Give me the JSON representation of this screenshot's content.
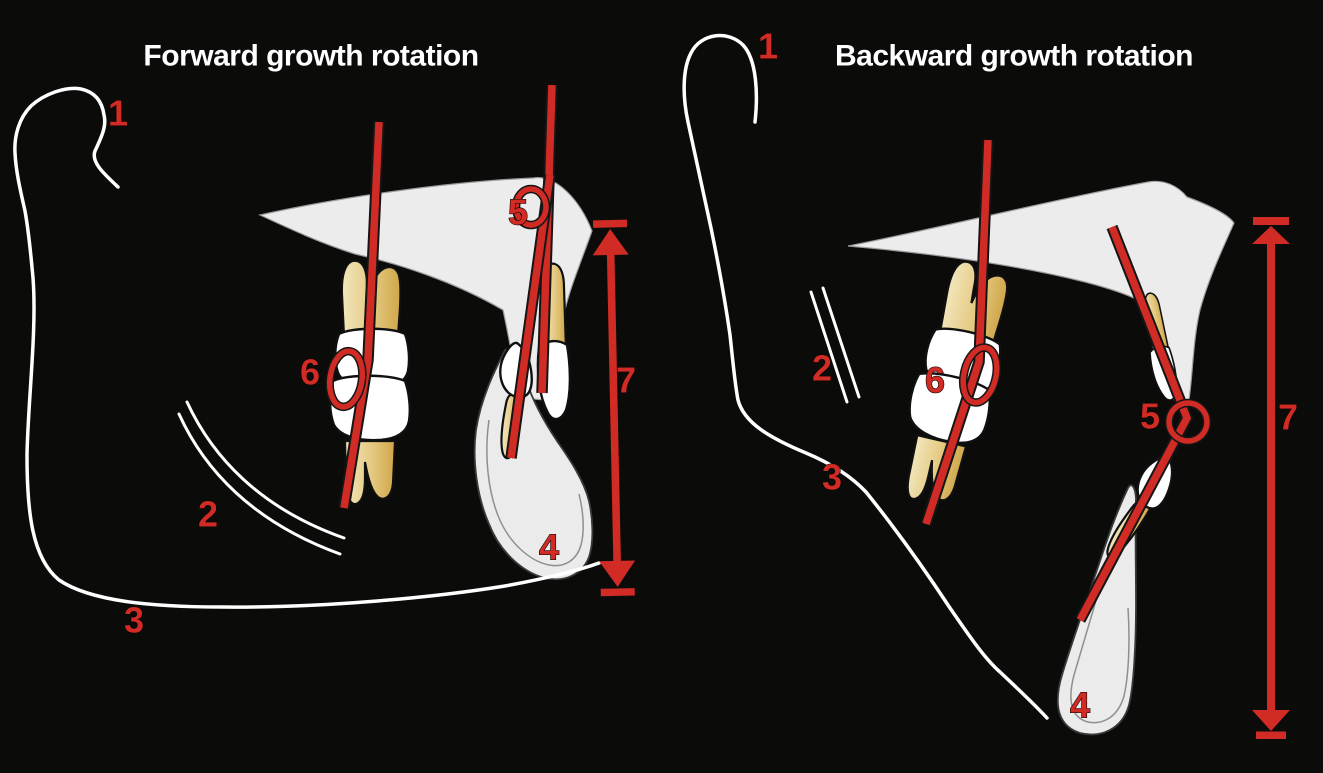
{
  "figure": {
    "background": "#0b0b0a",
    "colors": {
      "red": "#d02b24",
      "bone_outline": "#ffffff",
      "bone_fill": "#ececec",
      "crown": "#ffffff",
      "root_light": "#f2e6bc",
      "root_mid": "#e4c87f",
      "root_dark": "#cfa649"
    },
    "panels": [
      {
        "id": "forward",
        "title": "Forward growth rotation",
        "labels": {
          "1": "1",
          "2": "2",
          "3": "3",
          "4": "4",
          "5": "5",
          "6": "6",
          "7": "7"
        }
      },
      {
        "id": "backward",
        "title": "Backward growth rotation",
        "labels": {
          "1": "1",
          "2": "2",
          "3": "3",
          "4": "4",
          "5": "5",
          "6": "6",
          "7": "7"
        }
      }
    ]
  }
}
